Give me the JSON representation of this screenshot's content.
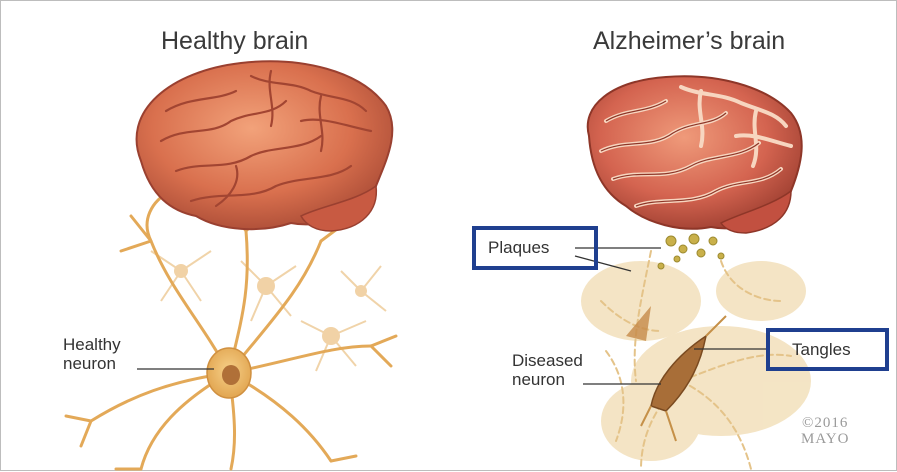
{
  "panels": {
    "healthy": {
      "title": "Healthy brain",
      "neuron_label": [
        "Healthy",
        "neuron"
      ]
    },
    "alzheimers": {
      "title": "Alzheimer’s brain",
      "plaques_label": "Plaques",
      "tangles_label": "Tangles",
      "diseased_label": [
        "Diseased",
        "neuron"
      ]
    }
  },
  "copyright": [
    "©2016",
    "MAYO"
  ],
  "colors": {
    "brain": "#d9704e",
    "brain_dark": "#a84a35",
    "neuron": "#e8b25c",
    "diseased_neuron": "#a86e38",
    "highlight_box": "#1f3f8f"
  }
}
